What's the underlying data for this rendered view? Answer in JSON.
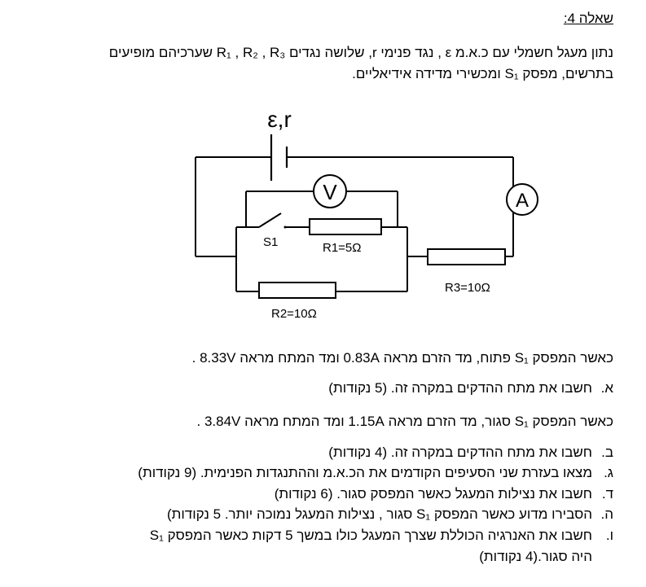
{
  "title": "שאלה 4:",
  "intro": {
    "line1": "נתון מעגל חשמלי עם כ.א.מ ε , נגד פנימי r, שלושה נגדים R₁ , R₂ , R₃ שערכיהם מופיעים",
    "line2": "בתרשים, מפסק S₁ ומכשירי מדידה אידיאליים."
  },
  "circuit": {
    "battery_label": "ε,r",
    "voltmeter_symbol": "V",
    "ammeter_symbol": "A",
    "switch_label": "S1",
    "r1_label": "R1=5Ω",
    "r2_label": "R2=10Ω",
    "r3_label": "R3=10Ω"
  },
  "case_open": "כאשר המפסק S₁ פתוח, מד הזרם מראה 0.83A ומד המתח מראה   8.33V .",
  "q_a": {
    "letter": "א.",
    "text": "חשבו את מתח ההדקים במקרה זה. (5 נקודות)"
  },
  "case_closed": "כאשר המפסק S₁ סגור, מד הזרם מראה 1.15A ומד המתח מראה 3.84V .",
  "questions": [
    {
      "letter": "ב.",
      "text": "חשבו את מתח ההדקים במקרה זה. (4 נקודות)"
    },
    {
      "letter": "ג.",
      "text": "מצאו בעזרת שני הסעיפים הקודמים את הכ.א.מ וההתנגדות הפנימית. (9 נקודות)"
    },
    {
      "letter": "ד.",
      "text": "חשבו את נצילות המעגל כאשר המפסק סגור. (6 נקודות)"
    },
    {
      "letter": "ה.",
      "text": "הסבירו מדוע כאשר המפסק S₁ סגור , נצילות המעגל נמוכה יותר. 5 נקודות)"
    },
    {
      "letter": "ו.",
      "text": "חשבו את האנרגיה הכוללת שצרך המעגל כולו במשך 5 דקות כאשר המפסק S₁"
    }
  ],
  "q_f_continuation": "היה סגור.(4 נקודות)"
}
